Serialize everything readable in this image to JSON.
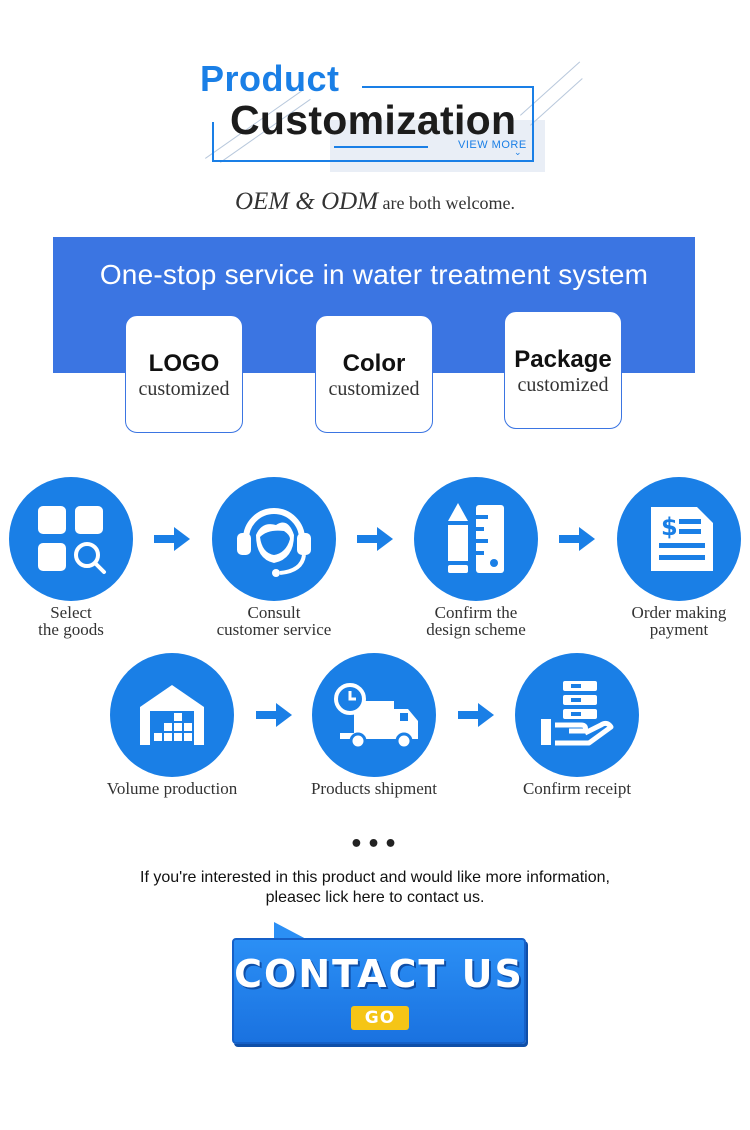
{
  "header": {
    "title_line1": "Product",
    "title_line2": "Customization",
    "view_more": "VIEW MORE",
    "chevron_icon": "chevron-down-icon"
  },
  "oem": {
    "big": "OEM & ODM",
    "small": " are both welcome."
  },
  "banner": {
    "title": "One-stop service in water treatment system",
    "cards": [
      {
        "main": "LOGO",
        "sub": "customized"
      },
      {
        "main": "Color",
        "sub": "customized"
      },
      {
        "main": "Package",
        "sub": "customized"
      }
    ]
  },
  "steps": [
    {
      "line1": "Select",
      "line2": "the goods",
      "icon": "grid-search-icon"
    },
    {
      "line1": "Consult",
      "line2": "customer service",
      "icon": "headset-agent-icon"
    },
    {
      "line1": "Confirm the",
      "line2": "design scheme",
      "icon": "pencil-ruler-icon"
    },
    {
      "line1": "Order making",
      "line2": "payment",
      "icon": "invoice-dollar-icon"
    },
    {
      "line1": "Volume production",
      "line2": "",
      "icon": "warehouse-icon"
    },
    {
      "line1": "Products shipment",
      "line2": "",
      "icon": "delivery-truck-icon"
    },
    {
      "line1": "Confirm receipt",
      "line2": "",
      "icon": "hand-boxes-icon"
    }
  ],
  "footer": {
    "dots": "•••",
    "info_line1": "If you're interested in this product and would like more information,",
    "info_line2": "pleasec lick here to contact us.",
    "contact_label": "CONTACT US",
    "go_label": "GO"
  },
  "colors": {
    "brand_blue": "#1a7fe6",
    "banner_blue": "#3b75e2",
    "go_yellow": "#f5c516"
  }
}
